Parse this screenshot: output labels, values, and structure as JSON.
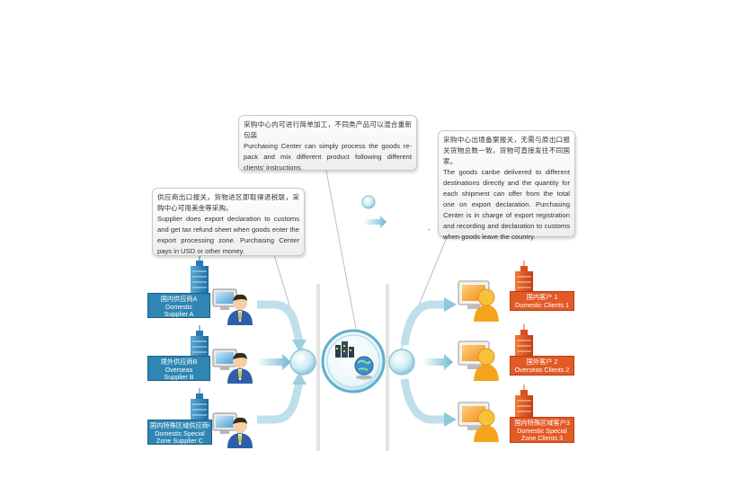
{
  "callouts": {
    "center": {
      "zh": "采购中心内可进行简单加工，不同类产品可以混合重新包装",
      "en": "Purchasing Center can simply process the goods   re-pack and mix different product following different clients' instructions."
    },
    "left": {
      "zh": "供应商出口报关，货物进区即取得退税联，采购中心可用美金等采购。",
      "en": "Supplier does export declaration to customs and get tax refund sheet when goods enter the export processing zone. Purchasing Center pays in USD or other money."
    },
    "right": {
      "zh": "采购中心出境备案报关，无需与原出口报关货物总数一致，货物可直接发往不同国家。",
      "en": "The goods canbe delivered to different destinations directly and the quantity for each shipment can offer from the total one on export declaration. Purchasing Center is in charge of export registration and recording and declaration to customs when goods leave the country."
    }
  },
  "suppliers": [
    {
      "zh": "国内供应商A",
      "en": "Domestic",
      "en2": "Supplier A"
    },
    {
      "zh": "境外供应商B",
      "en": "Overseas",
      "en2": "Supplier B"
    },
    {
      "zh": "国内特殊区域供应商C",
      "en": "Domestic Special",
      "en2": "Zone Supplier C"
    }
  ],
  "clients": [
    {
      "zh": "国内客户 1",
      "en": "Domestic Clients  1"
    },
    {
      "zh": "国外客户 2",
      "en": "Overseas Clients  2"
    },
    {
      "zh": "国内特殊区域客户3",
      "en": "Domestic Special",
      "en2": "Zone Clients  3"
    }
  ],
  "colors": {
    "supplier_label": "#2f86b3",
    "client_label": "#e25a26",
    "arrow": "#8cc8dc",
    "hub": "#4fa8c8"
  },
  "icons": {
    "supplier_building": "blue-building-icon",
    "client_building": "red-building-icon",
    "supplier_person": "businessman-icon",
    "client_person": "client-user-icon",
    "monitor": "computer-monitor-icon",
    "hub": "purchasing-center-globe-icon"
  }
}
